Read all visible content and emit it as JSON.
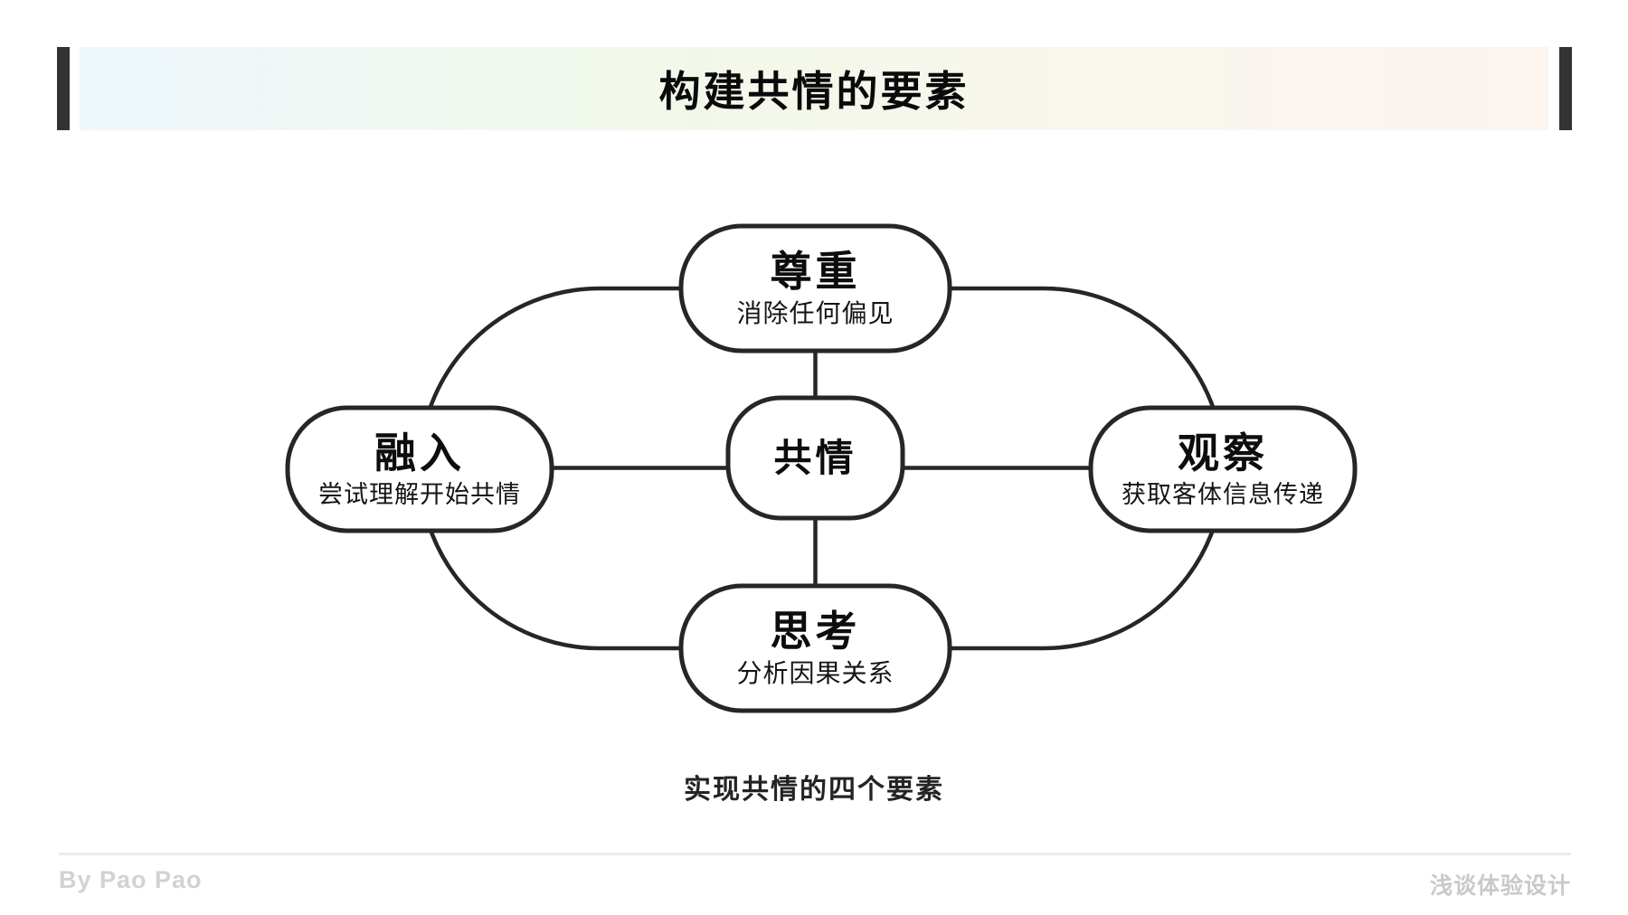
{
  "header": {
    "title": "构建共情的要素"
  },
  "diagram": {
    "center": {
      "title": "共情"
    },
    "nodes": [
      {
        "id": "respect",
        "position": "top",
        "title": "尊重",
        "subtitle": "消除任何偏见"
      },
      {
        "id": "immerse",
        "position": "left",
        "title": "融入",
        "subtitle": "尝试理解开始共情"
      },
      {
        "id": "observe",
        "position": "right",
        "title": "观察",
        "subtitle": "获取客体信息传递"
      },
      {
        "id": "think",
        "position": "bottom",
        "title": "思考",
        "subtitle": "分析因果关系"
      }
    ],
    "caption": "实现共情的四个要素"
  },
  "footer": {
    "author": "By Pao Pao",
    "brand": "浅谈体验设计"
  },
  "colors": {
    "stroke": "#262626",
    "node_fill": "#ffffff",
    "header_bar": "#333333",
    "header_gradient_left": "#eef7fc",
    "header_gradient_mid": "#f2f8e9",
    "header_gradient_right": "#fcf4ef",
    "footer_text": "#d2d2d2",
    "divider": "#ececec"
  }
}
